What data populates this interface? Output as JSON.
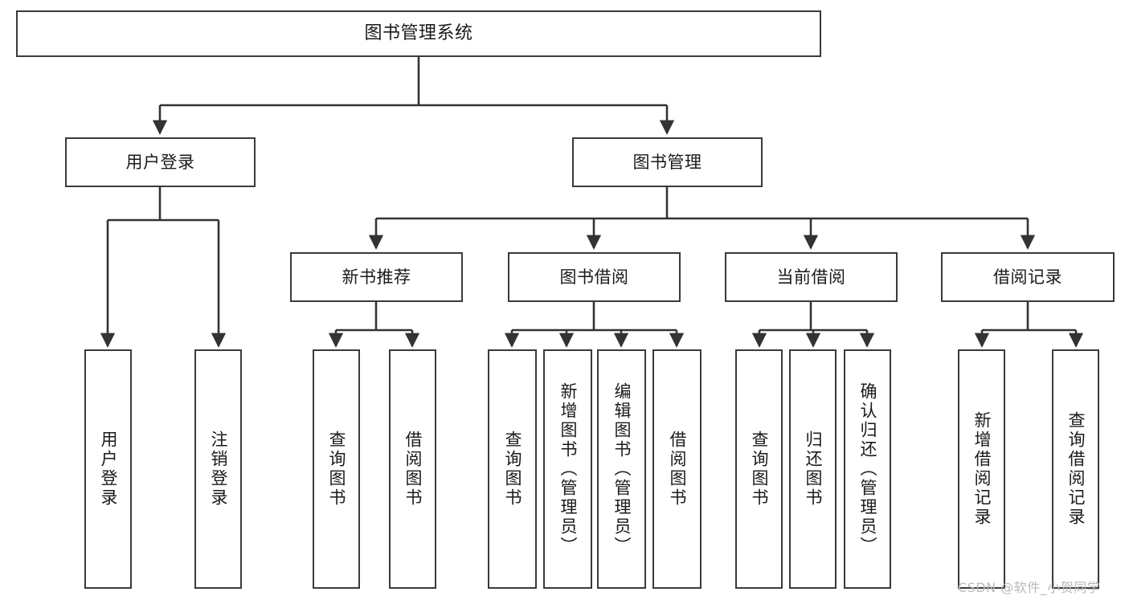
{
  "diagram": {
    "title": "图书管理系统",
    "type": "tree",
    "orientation": "top-down",
    "colors": {
      "box_border": "#3a3a3a",
      "box_fill": "#ffffff",
      "connector": "#333333",
      "text": "#1a1a1a",
      "watermark": "#b9b9b9",
      "background": "#ffffff"
    },
    "watermark": "CSDN @软件_小贺同学",
    "nodes": {
      "root": {
        "label": "图书管理系统"
      },
      "level2": [
        {
          "id": "user-login",
          "label": "用户登录"
        },
        {
          "id": "book-manage",
          "label": "图书管理"
        }
      ],
      "level3": [
        {
          "id": "new-book-recommend",
          "label": "新书推荐"
        },
        {
          "id": "book-borrow",
          "label": "图书借阅"
        },
        {
          "id": "current-borrow",
          "label": "当前借阅"
        },
        {
          "id": "borrow-record",
          "label": "借阅记录"
        }
      ],
      "leaves": {
        "user-login": [
          {
            "id": "leaf-user-login",
            "label": "用户登录"
          },
          {
            "id": "leaf-user-logout",
            "label": "注销登录"
          }
        ],
        "new-book-recommend": [
          {
            "id": "leaf-query-book-1",
            "label": "查询图书"
          },
          {
            "id": "leaf-borrow-book-1",
            "label": "借阅图书"
          }
        ],
        "book-borrow": [
          {
            "id": "leaf-query-book-2",
            "label": "查询图书"
          },
          {
            "id": "leaf-add-book",
            "label": "新增图书（管理员）"
          },
          {
            "id": "leaf-edit-book",
            "label": "编辑图书（管理员）"
          },
          {
            "id": "leaf-borrow-book-2",
            "label": "借阅图书"
          }
        ],
        "current-borrow": [
          {
            "id": "leaf-query-book-3",
            "label": "查询图书"
          },
          {
            "id": "leaf-return-book",
            "label": "归还图书"
          },
          {
            "id": "leaf-confirm-return",
            "label": "确认归还（管理员）"
          }
        ],
        "borrow-record": [
          {
            "id": "leaf-add-record",
            "label": "新增借阅记录"
          },
          {
            "id": "leaf-query-record",
            "label": "查询借阅记录"
          }
        ]
      }
    }
  }
}
